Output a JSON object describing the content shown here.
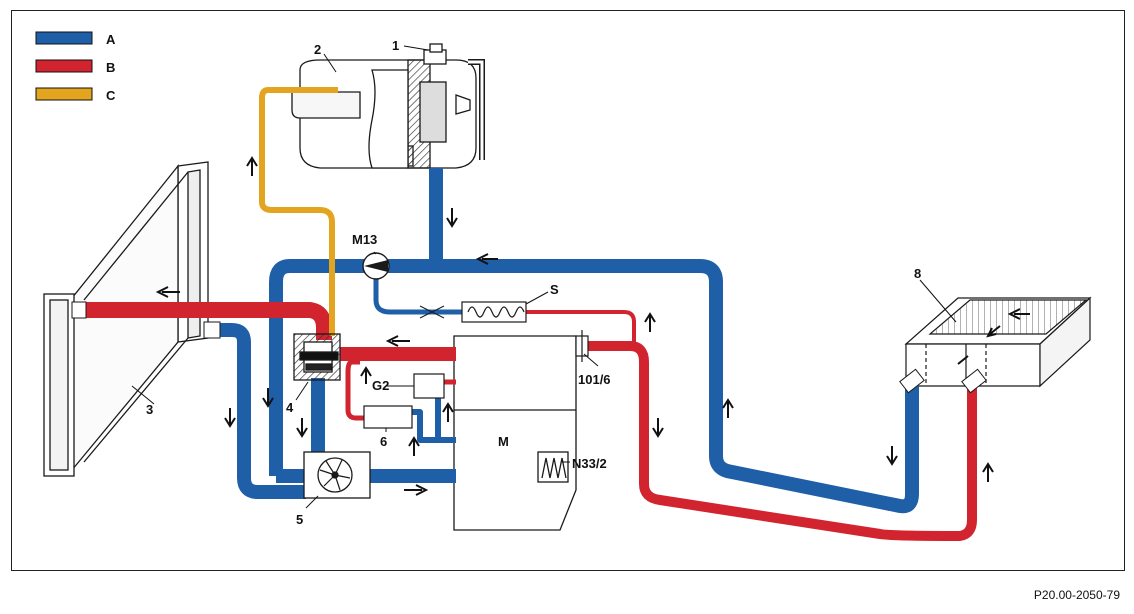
{
  "legend": [
    {
      "label": "A",
      "color": "#1f5fa8"
    },
    {
      "label": "B",
      "color": "#d2242f"
    },
    {
      "label": "C",
      "color": "#e3a420"
    }
  ],
  "labels": {
    "expansion_cap": "1",
    "tank": "2",
    "radiator": "3",
    "thermostat": "4",
    "pump": "5",
    "pump_unit": "6",
    "heater_core": "8",
    "valve_m13": "M13",
    "sensor_s": "S",
    "sensor_101_6": "101/6",
    "g2": "G2",
    "engine_m": "M",
    "n33_2": "N33/2"
  },
  "reference_code": "P20.00-2050-79",
  "colors": {
    "blue": "#1f5fa8",
    "red": "#d2242f",
    "orange": "#e3a420",
    "line": "#1a1a1a"
  }
}
